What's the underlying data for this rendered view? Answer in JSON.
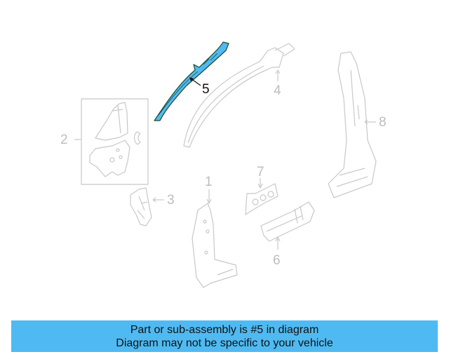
{
  "diagram": {
    "highlight_color": "#4fbaf2",
    "line_color": "#c8c8c8",
    "callouts": [
      {
        "num": "1",
        "label": "1",
        "active": false
      },
      {
        "num": "2",
        "label": "2",
        "active": false
      },
      {
        "num": "3",
        "label": "3",
        "active": false
      },
      {
        "num": "4",
        "label": "4",
        "active": false
      },
      {
        "num": "5",
        "label": "5",
        "active": true
      },
      {
        "num": "6",
        "label": "6",
        "active": false
      },
      {
        "num": "7",
        "label": "7",
        "active": false
      },
      {
        "num": "8",
        "label": "8",
        "active": false
      }
    ]
  },
  "banner": {
    "line1": "Part or sub-assembly is #5 in diagram",
    "line2": "Diagram may not be specific to your vehicle",
    "background": "#4fbaf2"
  }
}
